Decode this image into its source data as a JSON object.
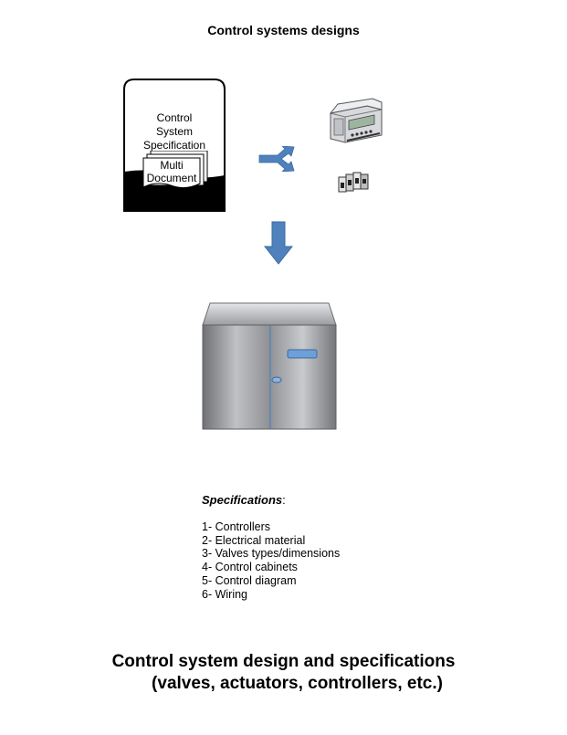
{
  "title": "Control systems designs",
  "spec_document": {
    "label_lines": [
      "Control",
      "System",
      "Specification"
    ],
    "multi_doc_lines": [
      "Multi",
      "Document"
    ]
  },
  "icons": {
    "split_arrow": "split-arrow-icon",
    "controller": "controller-device-icon",
    "modules": "din-rail-modules-icon",
    "down_arrow": "down-arrow-icon",
    "cabinet": "control-cabinet-icon"
  },
  "colors": {
    "arrow_blue": "#4f81bd",
    "cabinet_gray": "#8c8e92"
  },
  "specifications": {
    "heading": "Specifications",
    "heading_suffix": ":",
    "items": [
      "1- Controllers",
      "2- Electrical material",
      "3- Valves types/dimensions",
      "4- Control cabinets",
      "5- Control diagram",
      "6- Wiring"
    ]
  },
  "caption": {
    "line1": "Control system design and specifications",
    "line2": "(valves, actuators, controllers, etc.)"
  }
}
